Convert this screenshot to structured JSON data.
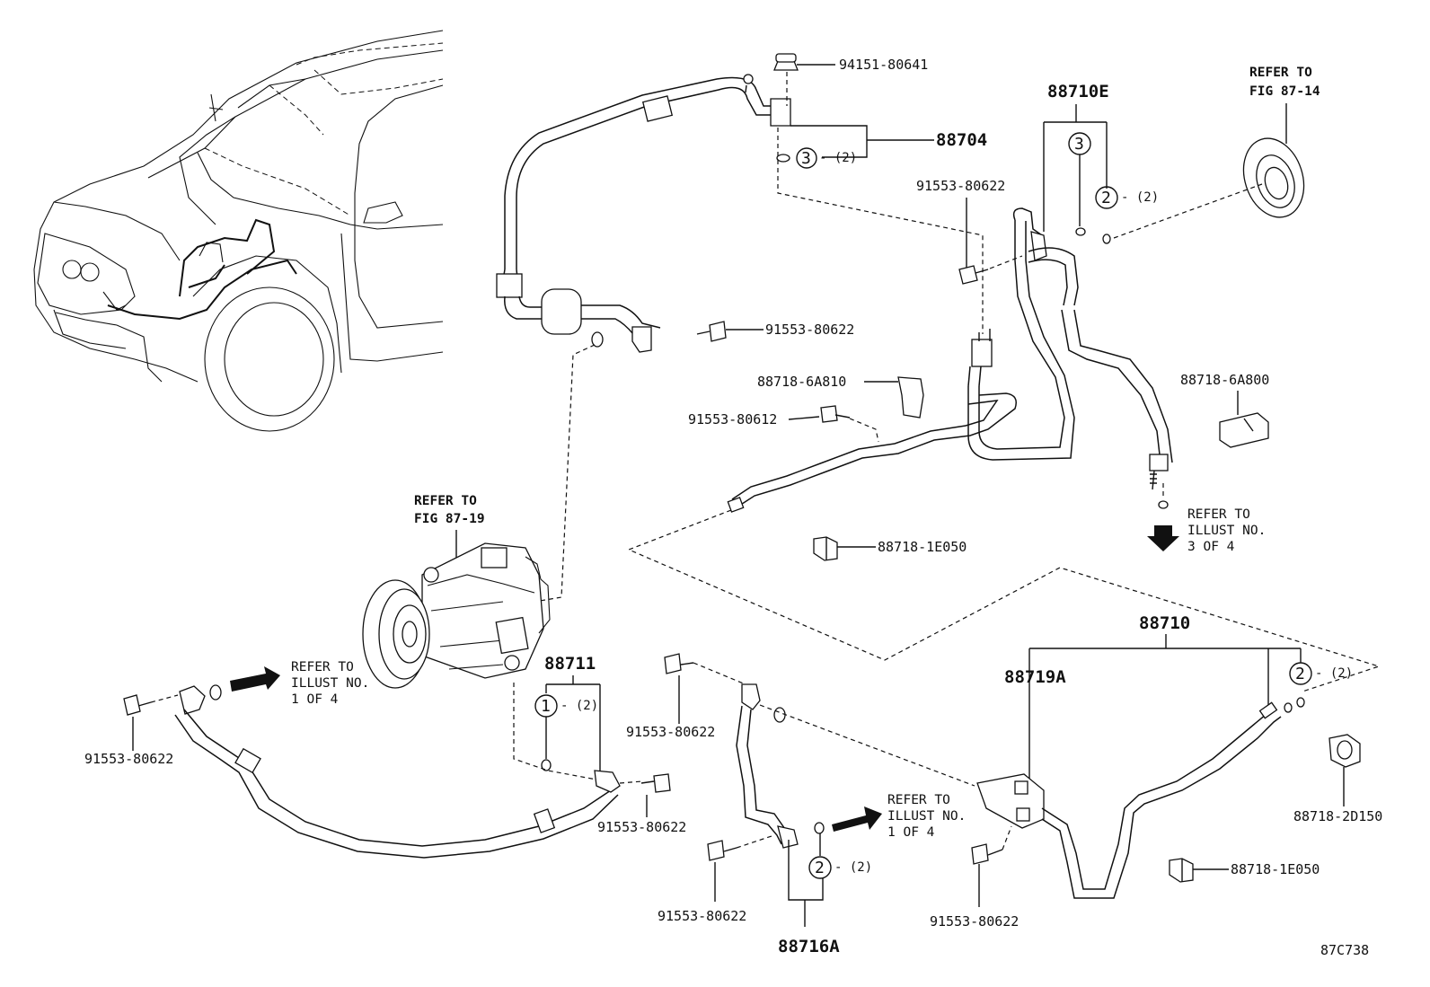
{
  "figure_id": "87C738",
  "refer_notes": {
    "fig_87_14": {
      "line1": "REFER TO",
      "line2": "FIG 87-14"
    },
    "fig_87_19": {
      "line1": "REFER TO",
      "line2": "FIG 87-19"
    },
    "illust_3_of_4": {
      "line1": "REFER TO",
      "line2": "ILLUST NO.",
      "line3": "3 OF 4"
    },
    "illust_1_of_4_left": {
      "line1": "REFER TO",
      "line2": "ILLUST NO.",
      "line3": "1 OF 4"
    },
    "illust_1_of_4_right": {
      "line1": "REFER TO",
      "line2": "ILLUST NO.",
      "line3": "1 OF 4"
    }
  },
  "parts": {
    "p94151": "94151-80641",
    "p88704": "88704",
    "p88710E": "88710E",
    "bolt_upper_right": "91553-80622",
    "bolt_mid": "91553-80622",
    "bracket_6A810": "88718-6A810",
    "bolt_80612": "91553-80612",
    "bracket_6A800": "88718-6A800",
    "clamp_1E050_mid": "88718-1E050",
    "p88710": "88710",
    "p88719A": "88719A",
    "p88711": "88711",
    "bolt_left": "91553-80622",
    "bolt_88711": "91553-80622",
    "bolt_center_upper": "91553-80622",
    "bolt_center_lower": "91553-80622",
    "p88716A": "88716A",
    "bolt_lower_right": "91553-80622",
    "p88718_2D150": "88718-2D150",
    "clamp_1E050_low": "88718-1E050"
  },
  "callouts": {
    "c88704": {
      "num": "3",
      "qty": "(2)"
    },
    "c88710E_3": {
      "num": "3",
      "qty": ""
    },
    "c88710E_2": {
      "num": "2",
      "qty": "(2)"
    },
    "c88711": {
      "num": "1",
      "qty": "(2)"
    },
    "c88716A": {
      "num": "2",
      "qty": "(2)"
    },
    "c88710": {
      "num": "2",
      "qty": "(2)"
    }
  }
}
